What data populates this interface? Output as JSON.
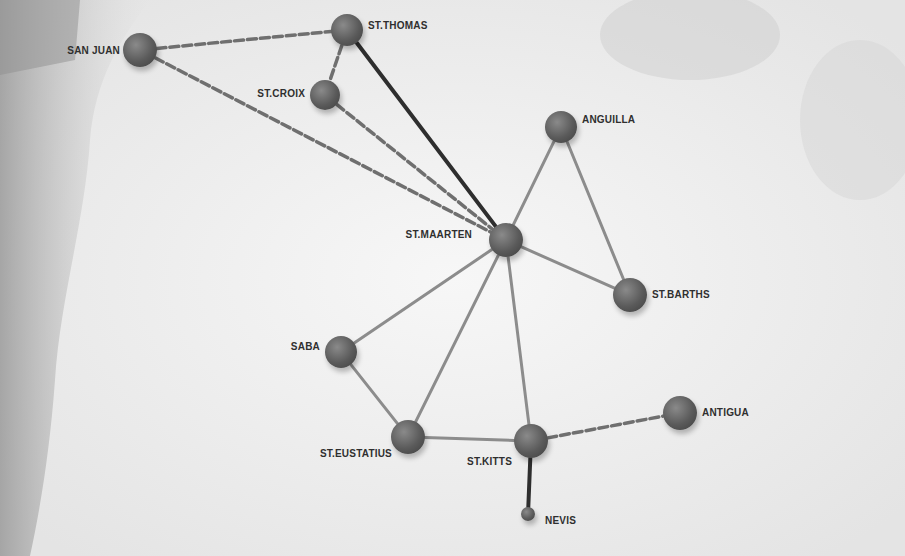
{
  "diagram": {
    "nodes": [
      {
        "text": [
          "SAN JUAN"
        ]
      },
      {
        "text": [
          "ST.THOMAS"
        ]
      },
      {
        "text": [
          "ST.CROIX"
        ]
      },
      {
        "text": [
          "ANGUILLA"
        ]
      },
      {
        "text": [
          "ST.MAARTEN"
        ]
      },
      {
        "text": [
          "ST.BARTHS"
        ]
      },
      {
        "text": [
          "SABA"
        ]
      },
      {
        "text": [
          "ST.EUSTATIUS"
        ]
      },
      {
        "text": [
          "ST.KITTS"
        ]
      },
      {
        "text": [
          "ANTIGUA"
        ]
      },
      {
        "text": [
          "NEVIS"
        ]
      }
    ],
    "edges": [
      {
        "from": 0,
        "to": 1,
        "arrow": "none"
      },
      {
        "from": 0,
        "to": 4,
        "arrow": "none"
      },
      {
        "from": 1,
        "to": 2,
        "arrow": "none"
      },
      {
        "from": 2,
        "to": 4,
        "arrow": "none"
      },
      {
        "from": 1,
        "to": 4,
        "arrow": "none"
      },
      {
        "from": 4,
        "to": 3,
        "arrow": "none"
      },
      {
        "from": 3,
        "to": 5,
        "arrow": "none"
      },
      {
        "from": 4,
        "to": 5,
        "arrow": "none"
      },
      {
        "from": 4,
        "to": 6,
        "arrow": "none"
      },
      {
        "from": 6,
        "to": 7,
        "arrow": "none"
      },
      {
        "from": 4,
        "to": 7,
        "arrow": "none"
      },
      {
        "from": 4,
        "to": 8,
        "arrow": "none"
      },
      {
        "from": 7,
        "to": 8,
        "arrow": "none"
      },
      {
        "from": 8,
        "to": 9,
        "arrow": "none"
      },
      {
        "from": 8,
        "to": 10,
        "arrow": "none"
      }
    ]
  }
}
